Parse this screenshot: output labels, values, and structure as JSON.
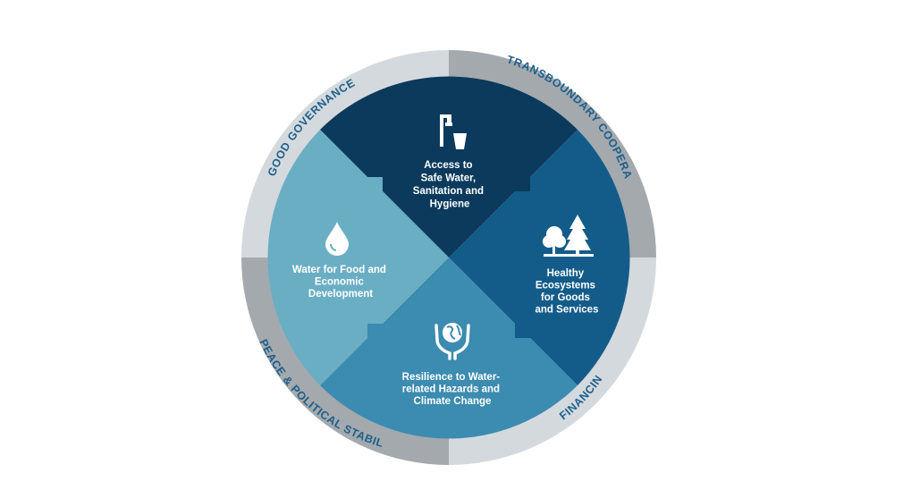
{
  "diagram": {
    "colors": {
      "ring_light": "#d4d9de",
      "ring_dark": "#a4a9ae",
      "ring_text": "#1d5f8a",
      "top": "#0b3a5c",
      "right": "#135c8a",
      "bottom": "#3c8bb0",
      "left": "#6aaec4"
    },
    "ring_labels": {
      "top_left": "GOOD GOVERNANCE",
      "top_right": "TRANSBOUNDARY COOPERATION",
      "bottom_left": "PEACE & POLITICAL STABILITY",
      "bottom_right": "FINANCING"
    },
    "segments": {
      "top": {
        "icon": "water-tap-icon",
        "lines": [
          "Access to",
          "Safe Water,",
          "Sanitation and",
          "Hygiene"
        ]
      },
      "right": {
        "icon": "trees-icon",
        "lines": [
          "Healthy",
          "Ecosystems",
          "for Goods",
          "and Services"
        ]
      },
      "bottom": {
        "icon": "globe-in-hands-icon",
        "lines": [
          "Resilience to Water-",
          "related Hazards and",
          "Climate Change"
        ]
      },
      "left": {
        "icon": "water-drop-icon",
        "lines": [
          "Water for Food and",
          "Economic",
          "Development"
        ]
      }
    }
  }
}
